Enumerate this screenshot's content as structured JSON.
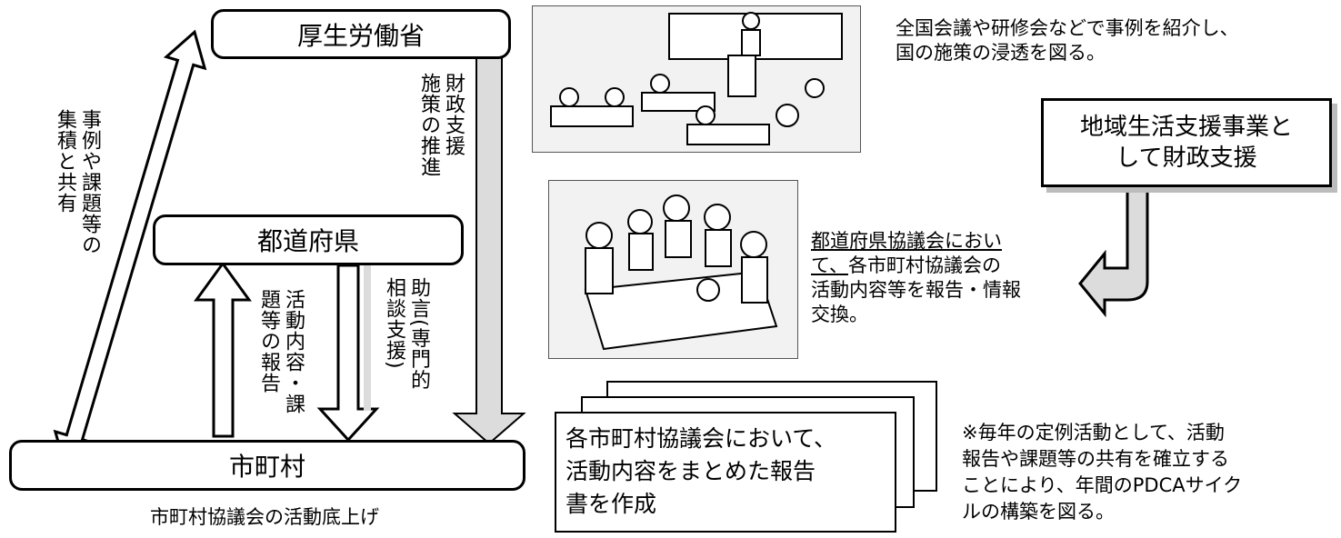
{
  "nodes": {
    "mhlw": "厚生労働省",
    "prefecture": "都道府県",
    "municipality": "市町村"
  },
  "arrow_labels": {
    "case_sharing": "事例や課題等の\n集積と共有",
    "fiscal_support": "財政支援\n施策の推進",
    "activity_report": "活動内容・課\n題等の報告",
    "advice": "助言(専門的\n相談支援)"
  },
  "captions": {
    "municipality_bottom": "市町村協議会の活動底上げ",
    "national_meeting": "全国会議や研修会などで事例を紹介し、\n国の施策の浸透を図る。",
    "local_support_box": "地域生活支援事業と\nして財政支援",
    "prefecture_council_underlined": "都道府県協議会におい\nて、",
    "prefecture_council_rest": "各市町村協議会の\n活動内容等を報告・情報\n交換。",
    "report_doc": "各市町村協議会において、\n活動内容をまとめた報告\n書を作成",
    "pdca_note": "※毎年の定例活動として、活動\n報告や課題等の共有を確立する\nことにより、年間のPDCAサイク\nルの構築を図る。"
  },
  "colors": {
    "line": "#000000",
    "shade": "#d9d9d9",
    "background": "#ffffff"
  }
}
